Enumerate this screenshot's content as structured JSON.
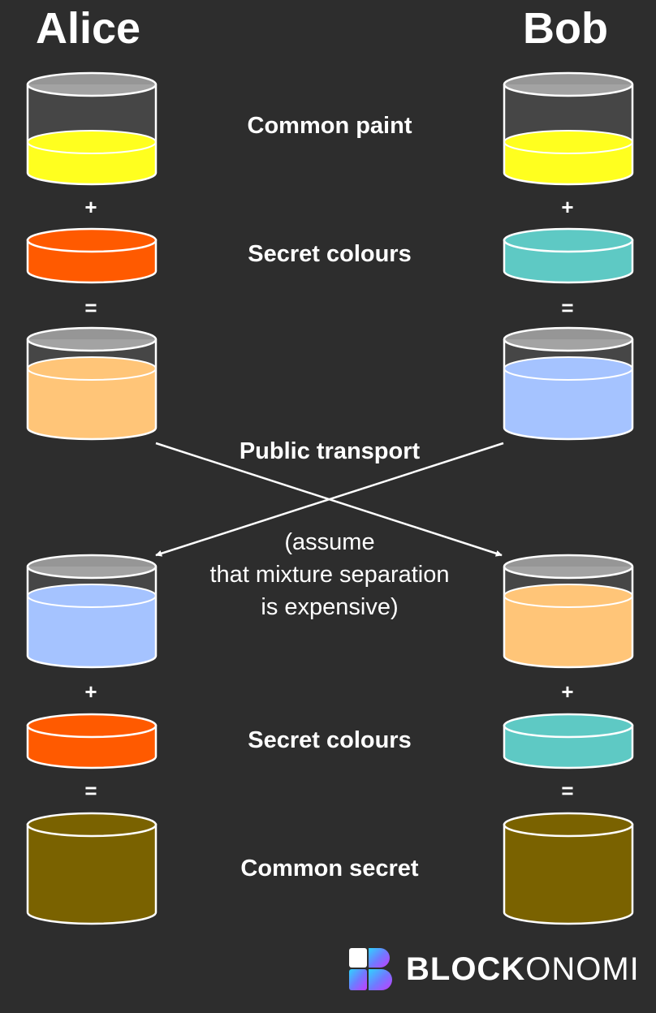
{
  "people": {
    "left": "Alice",
    "right": "Bob"
  },
  "steps": {
    "common_paint": "Common paint",
    "secret_colours_1": "Secret colours",
    "public_transport": "Public transport",
    "secret_colours_2": "Secret colours",
    "common_secret": "Common secret"
  },
  "operators": {
    "plus": "+",
    "equals": "="
  },
  "note": {
    "line1": "(assume",
    "line2": "that mixture separation",
    "line3": "is expensive)"
  },
  "colors": {
    "background": "#2d2d2d",
    "common_paint": "#ffff00",
    "alice_secret": "#ff5a00",
    "bob_secret": "#5ec9c4",
    "alice_mix": "#ffbe66",
    "bob_mix": "#99bbff",
    "common_secret": "#7a6200",
    "glass_outline": "#ffffff"
  },
  "logo": {
    "part1": "BLOCK",
    "part2": "ONOMI"
  }
}
